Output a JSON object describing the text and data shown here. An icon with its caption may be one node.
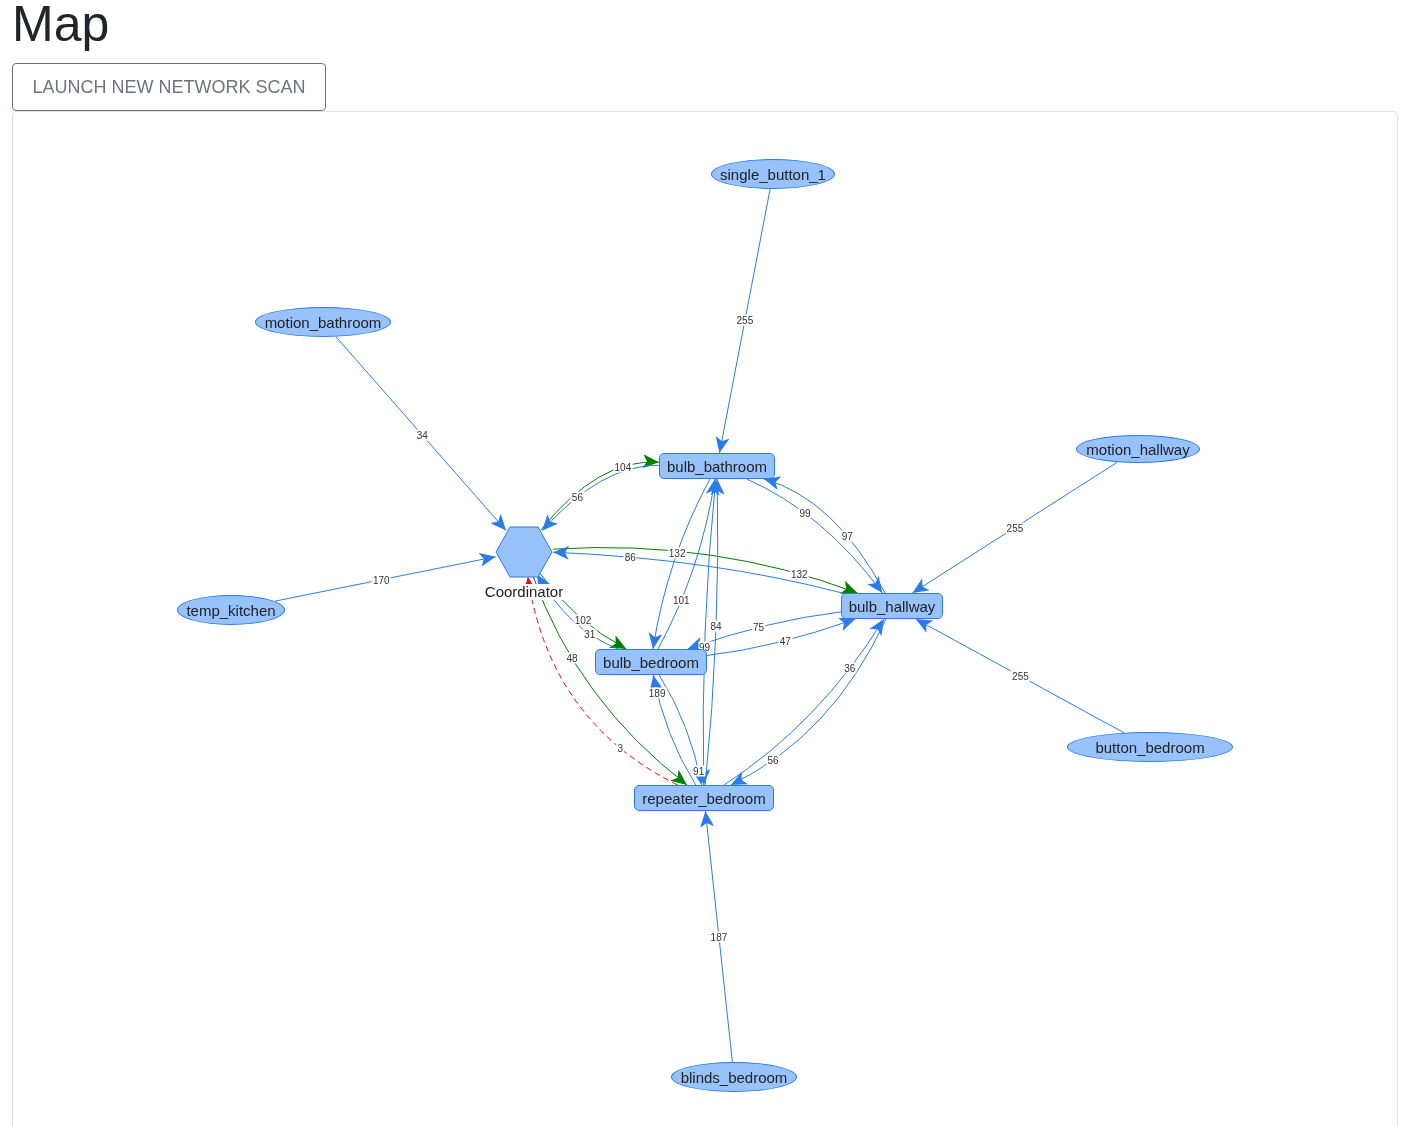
{
  "diagram": {
    "title": "Map",
    "labels": [
      "LAUNCH NEW NETWORK SCAN"
    ],
    "nodes": [
      {
        "text": [
          "single_button_1"
        ]
      },
      {
        "text": [
          "motion_bathroom"
        ]
      },
      {
        "text": [
          "motion_hallway"
        ]
      },
      {
        "text": [
          "Coordinator"
        ]
      },
      {
        "text": [
          "bulb_bathroom"
        ]
      },
      {
        "text": [
          "temp_kitchen"
        ]
      },
      {
        "text": [
          "bulb_hallway"
        ]
      },
      {
        "text": [
          "bulb_bedroom"
        ]
      },
      {
        "text": [
          "button_bedroom"
        ]
      },
      {
        "text": [
          "repeater_bedroom"
        ]
      },
      {
        "text": [
          "blinds_bedroom"
        ]
      }
    ],
    "edges": [
      {
        "from": 0,
        "to": 4,
        "arrow": "to",
        "label": "255"
      },
      {
        "from": 1,
        "to": 3,
        "arrow": "to",
        "label": "34"
      },
      {
        "from": 2,
        "to": 6,
        "arrow": "to",
        "label": "255"
      },
      {
        "from": 5,
        "to": 3,
        "arrow": "to",
        "label": "170"
      },
      {
        "from": 8,
        "to": 6,
        "arrow": "to",
        "label": "255"
      },
      {
        "from": 10,
        "to": 9,
        "arrow": "to",
        "label": "187"
      },
      {
        "from": 3,
        "to": 4,
        "arrow": "to",
        "label": "104",
        "color": "#008000"
      },
      {
        "from": 4,
        "to": 3,
        "arrow": "to",
        "label": "56"
      },
      {
        "from": 3,
        "to": 6,
        "arrow": "to",
        "label": "132",
        "color": "#008000"
      },
      {
        "from": 6,
        "to": 3,
        "arrow": "to",
        "label": "86"
      },
      {
        "from": 3,
        "to": 7,
        "arrow": "to",
        "label": "102",
        "color": "#008000"
      },
      {
        "from": 7,
        "to": 3,
        "arrow": "to",
        "label": "31"
      },
      {
        "from": 3,
        "to": 9,
        "arrow": "to",
        "label": "48",
        "color": "#008000"
      },
      {
        "from": 9,
        "to": 3,
        "arrow": "to",
        "label": "3",
        "style": "dashed",
        "color": "#ff0000"
      },
      {
        "from": 4,
        "to": 7,
        "arrow": "to",
        "label": "132"
      },
      {
        "from": 7,
        "to": 4,
        "arrow": "to",
        "label": "101"
      },
      {
        "from": 4,
        "to": 9,
        "arrow": "to",
        "label": "99"
      },
      {
        "from": 9,
        "to": 4,
        "arrow": "to",
        "label": "84"
      },
      {
        "from": 6,
        "to": 4,
        "arrow": "to",
        "label": "97"
      },
      {
        "from": 4,
        "to": 6,
        "arrow": "to",
        "label": "99"
      },
      {
        "from": 6,
        "to": 7,
        "arrow": "to",
        "label": "75"
      },
      {
        "from": 7,
        "to": 6,
        "arrow": "to",
        "label": "47"
      },
      {
        "from": 6,
        "to": 9,
        "arrow": "to",
        "label": "56"
      },
      {
        "from": 9,
        "to": 6,
        "arrow": "to",
        "label": "36"
      },
      {
        "from": 9,
        "to": 7,
        "arrow": "to",
        "label": "189"
      },
      {
        "from": 7,
        "to": 9,
        "arrow": "to",
        "label": "91"
      }
    ]
  }
}
